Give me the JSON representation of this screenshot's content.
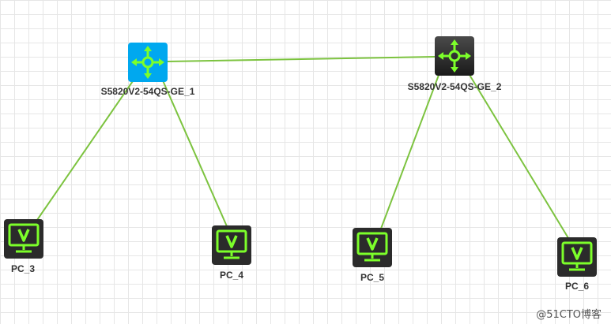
{
  "topology": {
    "switches": [
      {
        "id": "sw1",
        "label": "S5820V2-54QS-GE_1",
        "icon": "router-icon",
        "state": "selected"
      },
      {
        "id": "sw2",
        "label": "S5820V2-54QS-GE_2",
        "icon": "router-icon",
        "state": "normal"
      }
    ],
    "pcs": [
      {
        "id": "pc3",
        "label": "PC_3",
        "icon": "monitor-icon"
      },
      {
        "id": "pc4",
        "label": "PC_4",
        "icon": "monitor-icon"
      },
      {
        "id": "pc5",
        "label": "PC_5",
        "icon": "monitor-icon"
      },
      {
        "id": "pc6",
        "label": "PC_6",
        "icon": "monitor-icon"
      }
    ],
    "links": [
      {
        "from": "sw1",
        "to": "sw2"
      },
      {
        "from": "sw1",
        "to": "pc3"
      },
      {
        "from": "sw1",
        "to": "pc4"
      },
      {
        "from": "sw2",
        "to": "pc5"
      },
      {
        "from": "sw2",
        "to": "pc6"
      }
    ]
  },
  "colors": {
    "link": "#7cc33f",
    "icon_glyph": "#7cff2a",
    "device_dark": "#2b2b2b",
    "device_selected": "#00a8ef"
  },
  "watermark": "@51CTO博客"
}
